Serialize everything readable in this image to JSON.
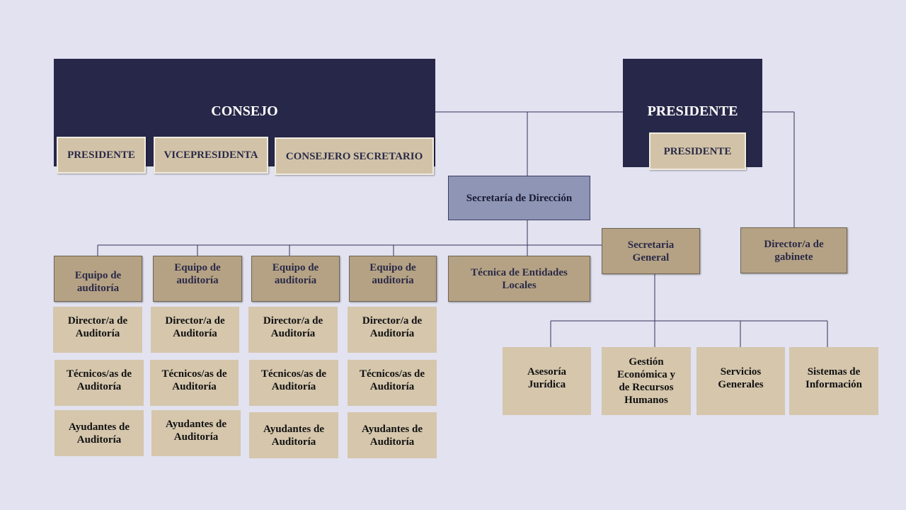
{
  "consejo": {
    "title": "CONSEJO",
    "members": [
      "PRESIDENTE",
      "VICEPRESIDENTA",
      "CONSEJERO SECRETARIO"
    ]
  },
  "presidente": {
    "title": "PRESIDENTE",
    "member": "PRESIDENTE"
  },
  "secretaria_direccion": "Secretaría de Dirección",
  "director_gabinete": "Director/a de gabinete",
  "secretaria_general": "Secretaria General",
  "tecnica_entidades": "Técnica de Entidades Locales",
  "equipos": [
    {
      "title": "Equipo de auditoría",
      "director": "Director/a de Auditoría",
      "tecnicos": "Técnicos/as de Auditoría",
      "ayudantes": "Ayudantes de Auditoría"
    },
    {
      "title": "Equipo de auditoría",
      "director": "Director/a de Auditoría",
      "tecnicos": "Técnicos/as de Auditoría",
      "ayudantes": "Ayudantes de Auditoría"
    },
    {
      "title": "Equipo de auditoría",
      "director": "Director/a de Auditoría",
      "tecnicos": "Técnicos/as de Auditoría",
      "ayudantes": "Ayudantes de Auditoría"
    },
    {
      "title": "Equipo de auditoría",
      "director": "Director/a de Auditoría",
      "tecnicos": "Técnicos/as de Auditoría",
      "ayudantes": "Ayudantes de Auditoría"
    }
  ],
  "servicios": [
    "Asesoría Jurídica",
    "Gestión Económica y de Recursos Humanos",
    "Servicios Generales",
    "Sistemas de Información"
  ],
  "colors": {
    "background": "#e2e2f0",
    "navy": "#272749",
    "tan": "#b5a284",
    "beige": "#d5c6ac",
    "blue_box": "#8e95b5",
    "connector": "#33335a"
  }
}
